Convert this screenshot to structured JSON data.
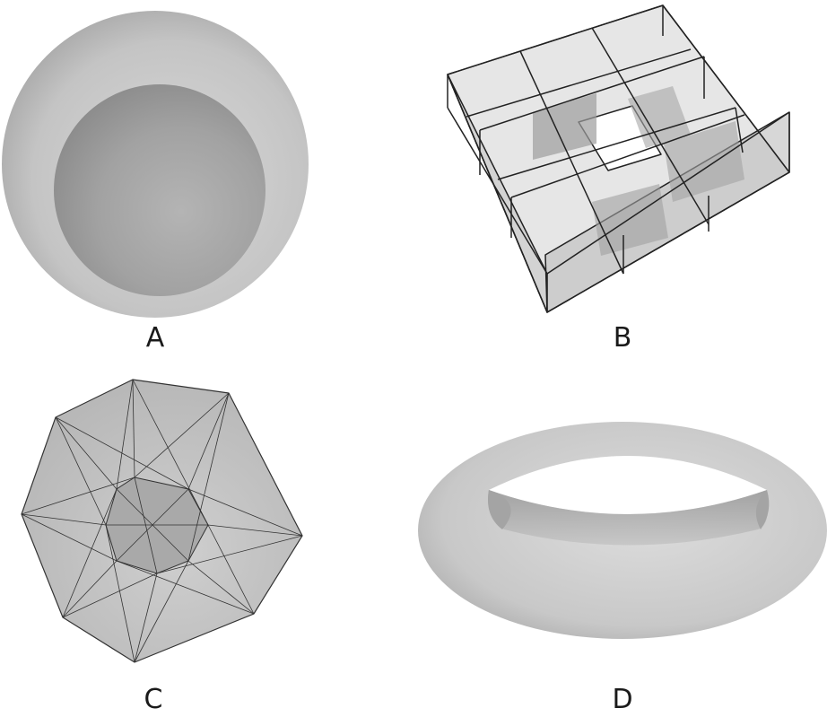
{
  "panels": [
    {
      "label": "A",
      "shape": "hollow-sphere"
    },
    {
      "label": "B",
      "shape": "cube-ring-grid"
    },
    {
      "label": "C",
      "shape": "octagonal-shell-mesh"
    },
    {
      "label": "D",
      "shape": "torus"
    }
  ],
  "colors": {
    "surface": "#c8c8c8",
    "surface_dark": "#9a9a9a",
    "edge": "#222222",
    "background": "#ffffff"
  }
}
